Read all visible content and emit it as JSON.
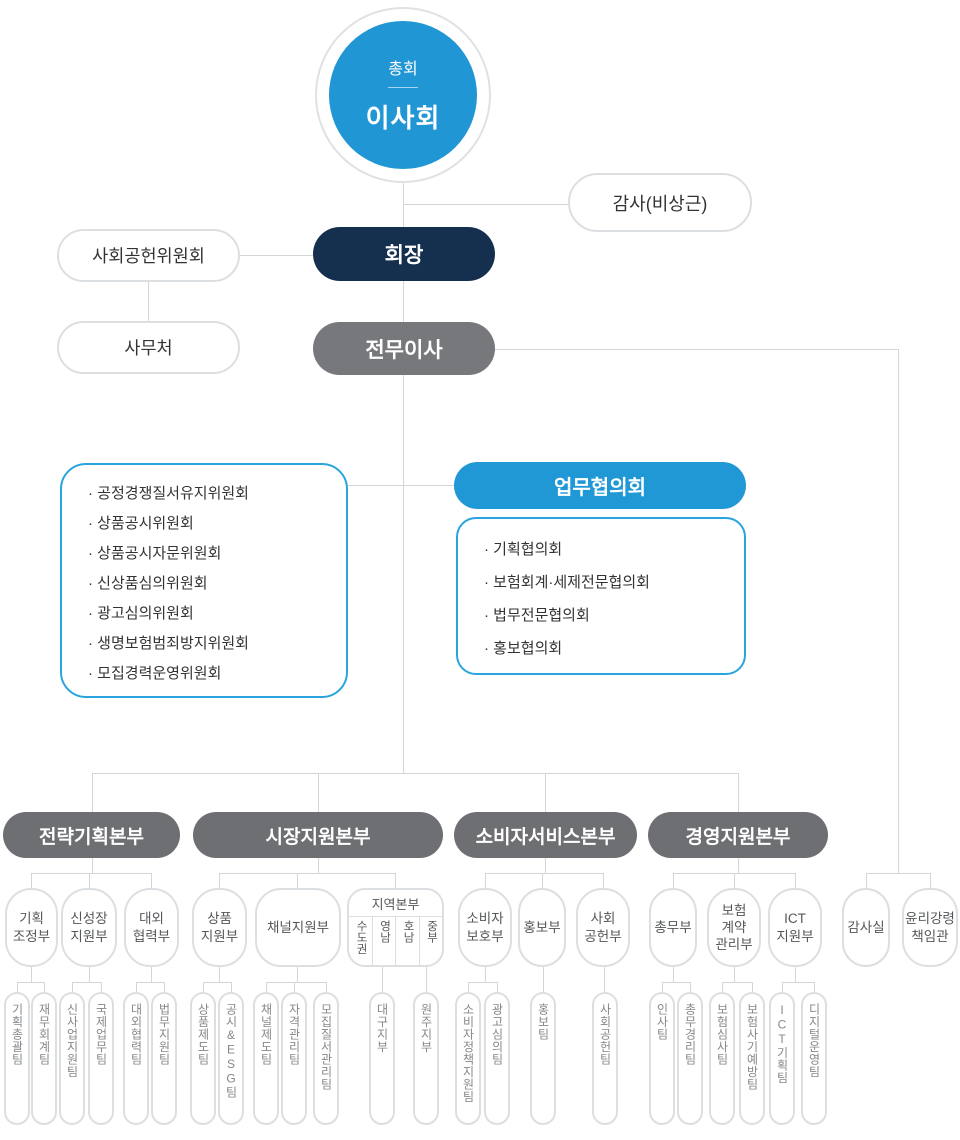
{
  "org": {
    "general_meeting": "총회",
    "board": "이사회",
    "auditor": "감사(비상근)",
    "chairman": "회장",
    "csr_committee": "사회공헌위원회",
    "secretariat": "사무처",
    "executive_director": "전무이사",
    "committees": [
      "· 공정경쟁질서유지위원회",
      "· 상품공시위원회",
      "· 상품공시자문위원회",
      "· 신상품심의위원회",
      "· 광고심의위원회",
      "· 생명보험범죄방지위원회",
      "· 모집경력운영위원회"
    ],
    "council": {
      "title": "업무협의회",
      "items": [
        "· 기획협의회",
        "· 보험회계·세제전문협의회",
        "· 법무전문협의회",
        "· 홍보협의회"
      ]
    },
    "divisions": [
      {
        "label": "전략기획본부",
        "departments": [
          {
            "label": "기획\n조정부",
            "teams": [
              "기획총괄팀",
              "재무회계팀"
            ]
          },
          {
            "label": "신성장\n지원부",
            "teams": [
              "신사업지원팀",
              "국제업무팀"
            ]
          },
          {
            "label": "대외\n협력부",
            "teams": [
              "대외협력팀",
              "법무지원팀"
            ]
          }
        ]
      },
      {
        "label": "시장지원본부",
        "departments": [
          {
            "label": "상품\n지원부",
            "teams": [
              "상품제도팀",
              "공시&ESG팀"
            ]
          },
          {
            "label": "채널지원부",
            "teams": [
              "채널제도팀",
              "자격관리팀",
              "모집질서관리팀"
            ]
          },
          {
            "label": "지역본부",
            "regions": [
              "수도권",
              "영남",
              "호남",
              "중부"
            ],
            "teams": [
              "대구지부",
              "원주지부"
            ]
          }
        ]
      },
      {
        "label": "소비자서비스본부",
        "departments": [
          {
            "label": "소비자\n보호부",
            "teams": [
              "소비자정책지원팀",
              "광고심의팀"
            ]
          },
          {
            "label": "홍보부",
            "teams": [
              "홍보팀"
            ]
          },
          {
            "label": "사회\n공헌부",
            "teams": [
              "사회공헌팀"
            ]
          }
        ]
      },
      {
        "label": "경영지원본부",
        "departments": [
          {
            "label": "총무부",
            "teams": [
              "인사팀",
              "총무경리팀"
            ]
          },
          {
            "label": "보험\n계약\n관리부",
            "teams": [
              "보험심사팀",
              "보험사기예방팀"
            ]
          },
          {
            "label": "ICT\n지원부",
            "teams": [
              "ICT기획팀",
              "디지털운영팀"
            ]
          }
        ]
      }
    ],
    "direct_units": [
      "감사실",
      "윤리강령\n책임관"
    ],
    "colors": {
      "circle_blue": "#2196d4",
      "council_blue": "#2098d6",
      "box_border_blue": "#2ba4de",
      "navy": "#152f4e",
      "executive_gray": "#77787b",
      "division_gray": "#6e6f72",
      "connector_gray": "#d3d6d9"
    }
  }
}
